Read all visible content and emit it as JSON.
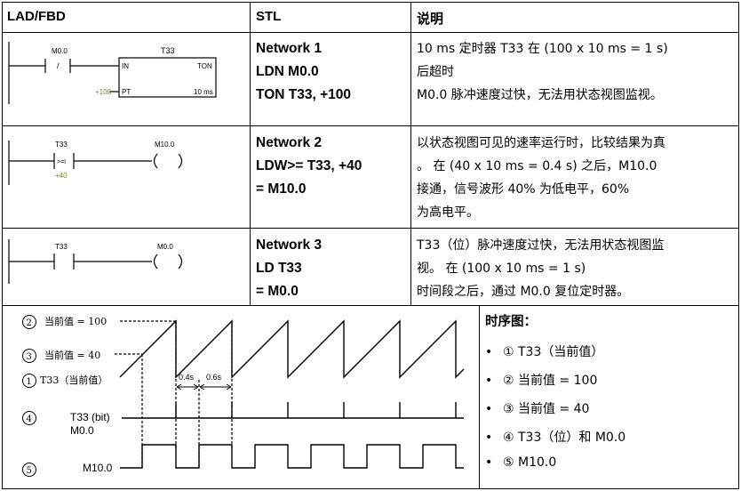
{
  "headers": {
    "lad": "LAD/FBD",
    "stl": "STL",
    "desc": "说明"
  },
  "networks": [
    {
      "lad": {
        "contact_label": "M0.0",
        "contact_sym": "/",
        "box_title": "T33",
        "in": "IN",
        "ton": "TON",
        "preset": "+100",
        "pt": "PT",
        "base": "10 ms"
      },
      "stl": [
        "Network 1",
        "LDN M0.0",
        "TON T33, +100"
      ],
      "desc": [
        "10 ms 定时器 T33 在 (100 x 10 ms = 1 s)",
        "后超时",
        "M0.0 脉冲速度过快，无法用状态视图监视。"
      ]
    },
    {
      "lad": {
        "contact_label": "T33",
        "contact_sym": ">=I",
        "contact_val": "+40",
        "coil_label": "M10.0"
      },
      "stl": [
        "Network 2",
        "LDW>= T33, +40",
        "= M10.0"
      ],
      "desc": [
        "以状态视图可见的速率运行时，比较结果为真",
        "。 在 (40 x 10 ms = 0.4 s) 之后，M10.0",
        "接通，信号波形 40% 为低电平，60%",
        "为高电平。"
      ]
    },
    {
      "lad": {
        "contact_label": "T33",
        "coil_label": "M0.0"
      },
      "stl": [
        "Network 3",
        "LD T33",
        "= M0.0"
      ],
      "desc": [
        "T33（位）脉冲速度过快，无法用状态视图监",
        "视。 在 (100 x 10 ms = 1 s)",
        "时间段之后，通过 M0.0 复位定时器。"
      ]
    }
  ],
  "timing": {
    "label_100": "当前值 = 100",
    "label_40": "当前值 = 40",
    "label_t33": "T33（当前值）",
    "label_bit": "T33 (bit)",
    "label_m00": "M0.0",
    "label_m10": "M10.0",
    "dur_a": "0.4s",
    "dur_b": "0.6s",
    "num2": "2",
    "num3": "3",
    "num1": "1",
    "num4": "4",
    "num5": "5"
  },
  "legend": {
    "title": "时序图：",
    "items": [
      "① T33（当前值）",
      "② 当前值 = 100",
      "③ 当前值 = 40",
      "④ T33（位）和 M0.0",
      "⑤ M10.0"
    ]
  }
}
